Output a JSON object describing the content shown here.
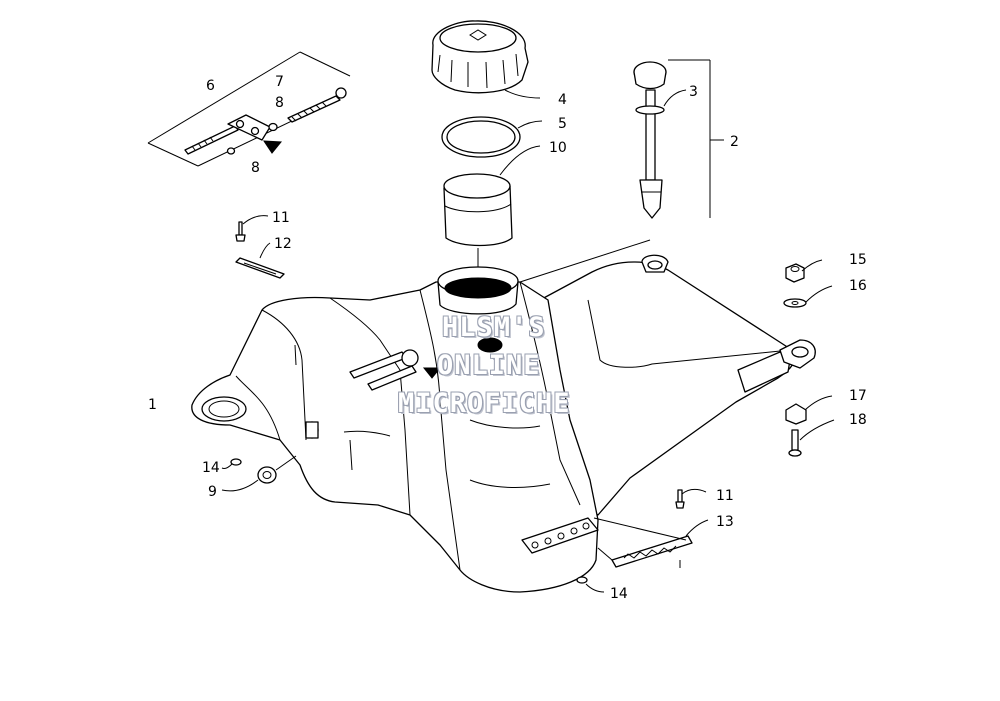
{
  "callouts": {
    "c1": "1",
    "c2": "2",
    "c3": "3",
    "c4": "4",
    "c5": "5",
    "c6": "6",
    "c7": "7",
    "c8a": "8",
    "c8b": "8",
    "c9": "9",
    "c10": "10",
    "c11a": "11",
    "c11b": "11",
    "c12": "12",
    "c13": "13",
    "c14a": "14",
    "c14b": "14",
    "c15": "15",
    "c16": "16",
    "c17": "17",
    "c18": "18"
  },
  "watermark": {
    "line1": "HLSM'S",
    "line2": "ONLINE",
    "line3": "MICROFICHE"
  }
}
